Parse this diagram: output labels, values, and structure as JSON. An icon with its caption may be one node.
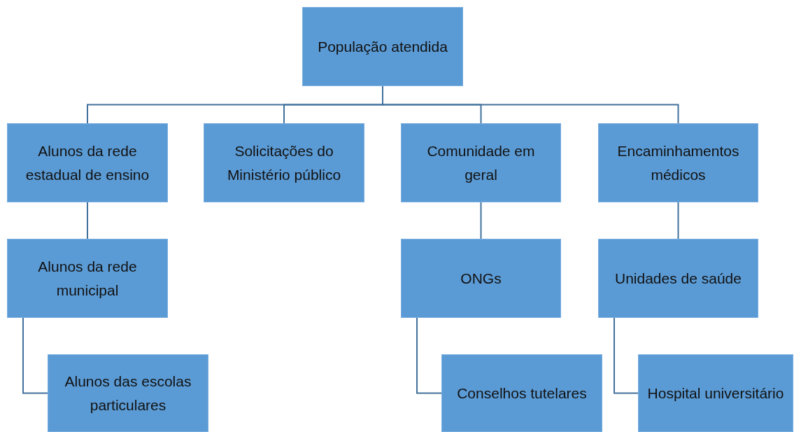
{
  "diagram": {
    "nodes": [
      {
        "text": [
          "População atendida"
        ]
      },
      {
        "text": [
          "Alunos da rede estadual de ensino"
        ]
      },
      {
        "text": [
          "Solicitações do Ministério público"
        ]
      },
      {
        "text": [
          "Comunidade em geral"
        ]
      },
      {
        "text": [
          "Encaminhamentos médicos"
        ]
      },
      {
        "text": [
          "Alunos da rede municipal"
        ]
      },
      {
        "text": [
          "ONGs"
        ]
      },
      {
        "text": [
          "Unidades de saúde"
        ]
      },
      {
        "text": [
          "Alunos das escolas particulares"
        ]
      },
      {
        "text": [
          "Conselhos tutelares"
        ]
      },
      {
        "text": [
          "Hospital universitário"
        ]
      }
    ],
    "edges": [
      {
        "from": 0,
        "to": 1,
        "arrow": "none"
      },
      {
        "from": 0,
        "to": 2,
        "arrow": "none"
      },
      {
        "from": 0,
        "to": 3,
        "arrow": "none"
      },
      {
        "from": 0,
        "to": 4,
        "arrow": "none"
      },
      {
        "from": 1,
        "to": 5,
        "arrow": "none"
      },
      {
        "from": 3,
        "to": 6,
        "arrow": "none"
      },
      {
        "from": 4,
        "to": 7,
        "arrow": "none"
      },
      {
        "from": 5,
        "to": 8,
        "arrow": "none"
      },
      {
        "from": 6,
        "to": 9,
        "arrow": "none"
      },
      {
        "from": 7,
        "to": 10,
        "arrow": "none"
      }
    ]
  }
}
